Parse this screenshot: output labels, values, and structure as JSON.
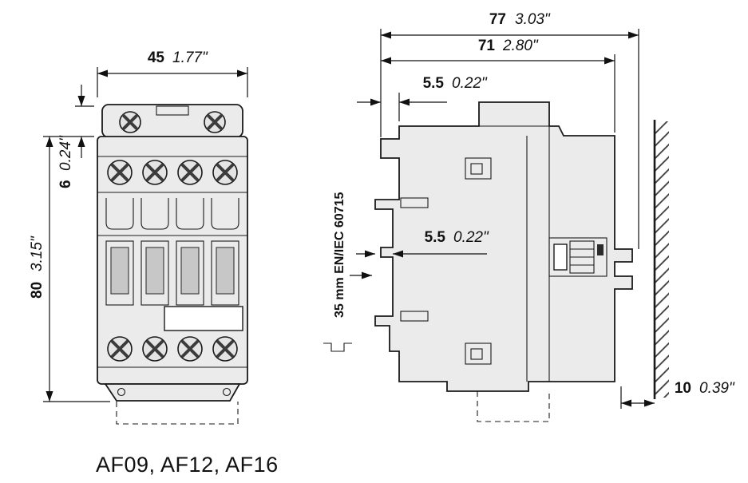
{
  "caption": "AF09, AF12, AF16",
  "front_view": {
    "dim_width": {
      "mm": "45",
      "inch": "1.77\""
    },
    "dim_top_height": {
      "mm": "6",
      "inch": "0.24\""
    },
    "dim_total_height": {
      "mm": "80",
      "inch": "3.15\""
    }
  },
  "side_view": {
    "dim_total_depth": {
      "mm": "77",
      "inch": "3.03\""
    },
    "dim_body_depth": {
      "mm": "71",
      "inch": "2.80\""
    },
    "dim_top_offset": {
      "mm": "5.5",
      "inch": "0.22\""
    },
    "dim_rail_offset": {
      "mm": "5.5",
      "inch": "0.22\""
    },
    "din_rail_label": "35 mm EN/IEC 60715",
    "dim_wall_gap": {
      "mm": "10",
      "inch": "0.39\""
    }
  },
  "colors": {
    "line": "#1a1a1a",
    "body_fill": "#ebebeb",
    "background": "#ffffff"
  }
}
